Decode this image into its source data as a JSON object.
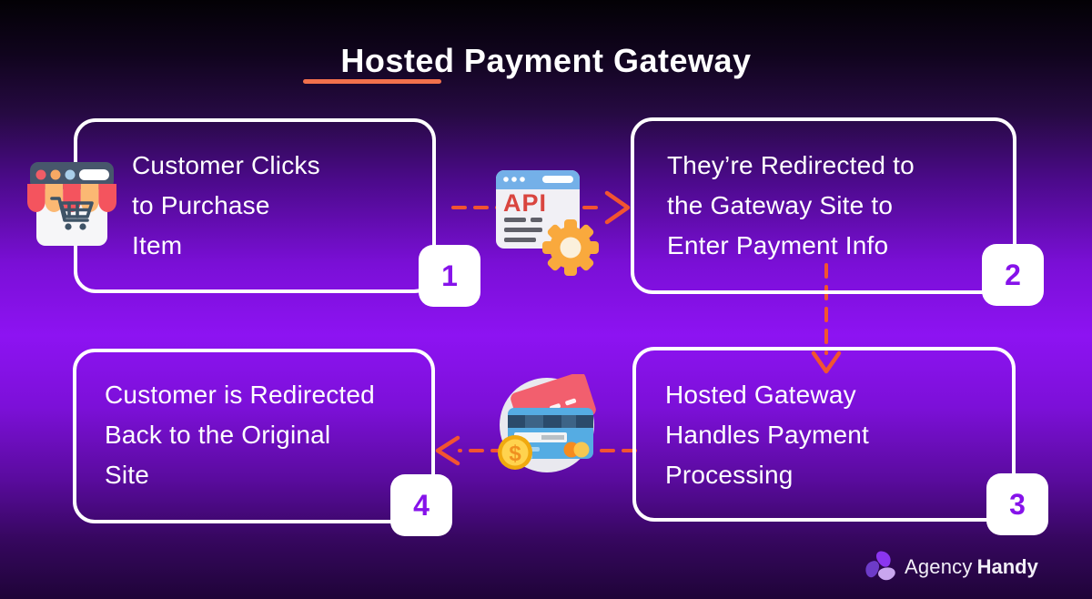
{
  "title": {
    "text": "Hosted Payment Gateway"
  },
  "steps": [
    {
      "number": "1",
      "lines": [
        "Customer Clicks",
        "to Purchase",
        "Item"
      ]
    },
    {
      "number": "2",
      "lines": [
        "They’re Redirected to",
        "the Gateway Site to",
        "Enter Payment Info"
      ]
    },
    {
      "number": "3",
      "lines": [
        "Hosted Gateway",
        "Handles Payment",
        "Processing"
      ]
    },
    {
      "number": "4",
      "lines": [
        "Customer is Redirected",
        "Back to the Original",
        "Site"
      ]
    }
  ],
  "connectors": [
    {
      "from": "1",
      "to": "2",
      "direction": "right",
      "style": "dashed-arrow"
    },
    {
      "from": "2",
      "to": "3",
      "direction": "down",
      "style": "dashed-arrow"
    },
    {
      "from": "3",
      "to": "4",
      "direction": "left",
      "style": "dashed-arrow"
    }
  ],
  "icons": {
    "storefront": "storefront-cart-icon",
    "api_window": "api-browser-gear-icon",
    "api_label": "API",
    "payment": "credit-cards-coin-icon",
    "coin_symbol": "$",
    "logo": "agency-handy-pinwheel-logo"
  },
  "colors": {
    "accent_underline": "#F2714C",
    "arrow_orange": "#F25430",
    "badge_number_purple": "#8612EA",
    "card_border_white": "#FFFFFF",
    "background_bright_purple": "#8D13F2"
  },
  "footer": {
    "brand_first": "Agency",
    "brand_second": "Handy"
  }
}
